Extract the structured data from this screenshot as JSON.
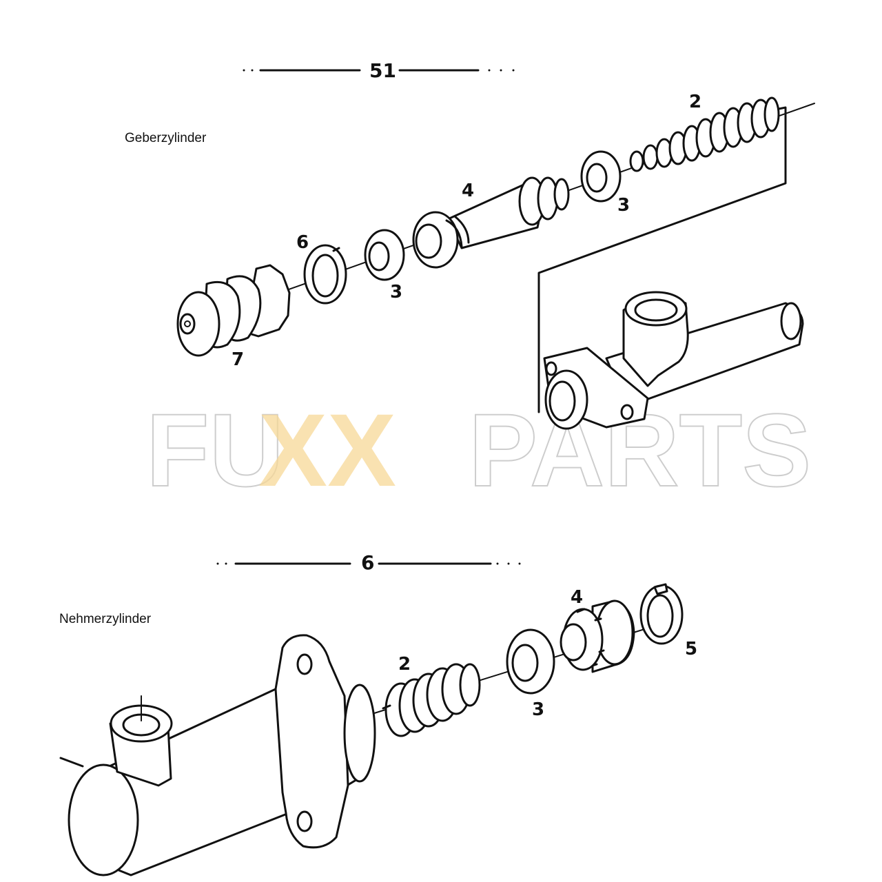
{
  "sections": [
    {
      "title": "Geberzylinder",
      "group_ref": "51",
      "callouts": [
        "2",
        "3",
        "4",
        "3",
        "6",
        "7"
      ]
    },
    {
      "title": "Nehmerzylinder",
      "group_ref": "6",
      "callouts": [
        "4",
        "5",
        "2",
        "3"
      ]
    }
  ],
  "watermark": {
    "text_left": "FU",
    "text_mid": "XX",
    "text_right": "PARTS",
    "outline_color": "#c8c8c8",
    "accent_color": "#f7d48c"
  }
}
